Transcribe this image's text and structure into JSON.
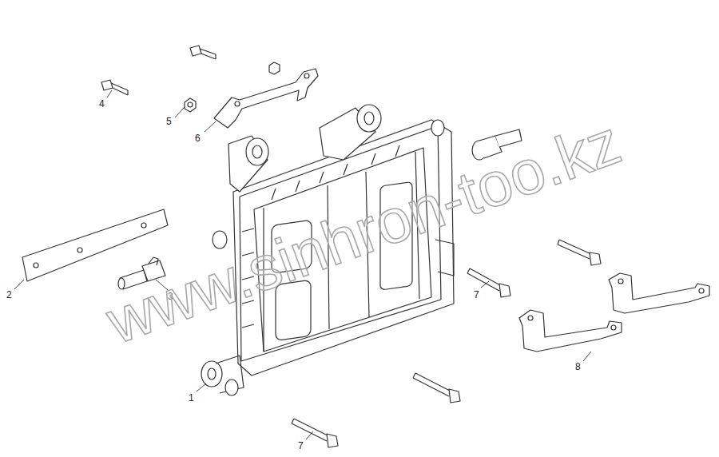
{
  "diagram": {
    "labels": [
      "4",
      "5",
      "6",
      "2",
      "3",
      "7",
      "1",
      "8",
      "7",
      "www.sinhron-too.kz"
    ]
  }
}
